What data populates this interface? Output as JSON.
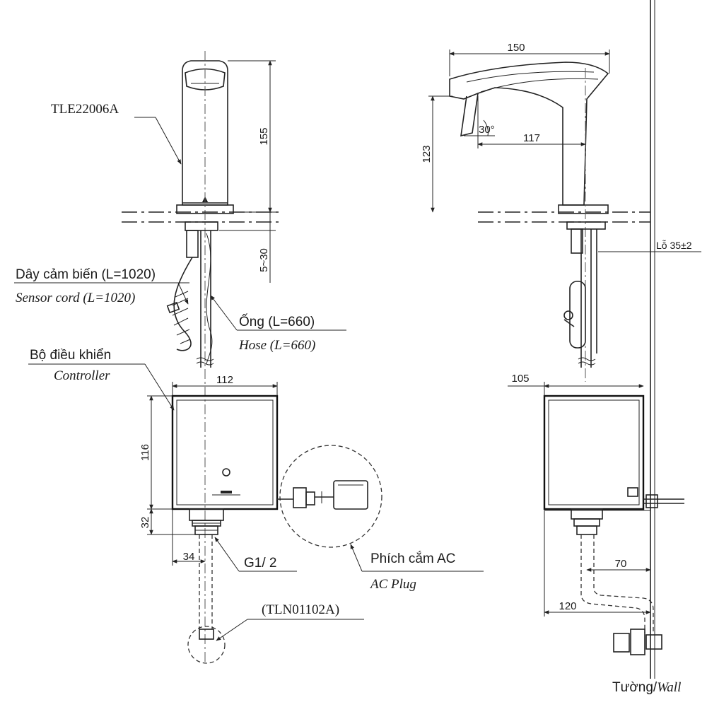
{
  "front_view": {
    "faucet_model": "TLE22006A",
    "dim_height": "155",
    "dim_mount": "5~30",
    "sensor_cord_vi": "Dây cảm biến (L=1020)",
    "sensor_cord_en": "Sensor cord (L=1020)",
    "hose_vi": "Ống (L=660)",
    "hose_en": "Hose (L=660)",
    "controller_vi": "Bộ điều khiển",
    "controller_en": "Controller",
    "dim_width": "112",
    "dim_ctrl_height": "116",
    "dim_fitting_height": "32",
    "dim_offset": "34",
    "thread": "G1/ 2",
    "ac_plug_vi": "Phích cắm AC",
    "ac_plug_en": "AC Plug",
    "valve_model": "(TLN01102A)"
  },
  "side_view": {
    "dim_length": "150",
    "dim_spout_height": "123",
    "dim_reach": "117",
    "angle": "30°",
    "hole": "Lỗ 35±2",
    "dim_ctrl_depth": "105",
    "dim_pipe_offset": "70",
    "dim_wall_distance": "120",
    "wall_label_vi": "Tường/",
    "wall_label_en": "Wall"
  }
}
